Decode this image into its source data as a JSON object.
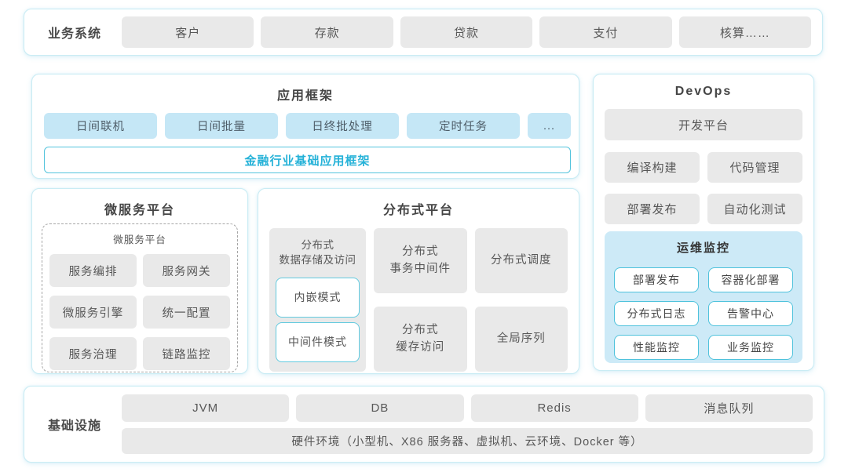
{
  "colors": {
    "panel_border": "#c9ecf4",
    "gray_box_bg": "#e9e9e9",
    "blue_box_bg": "#c5e7f6",
    "accent_cyan_border": "#54c4dd",
    "accent_cyan_text": "#25b2d8",
    "monitor_panel_bg": "#cdeaf7",
    "dark_text": "#4a4a4a"
  },
  "business_band": {
    "label": "业务系统",
    "items": [
      "客户",
      "存款",
      "贷款",
      "支付",
      "核算……"
    ]
  },
  "app_framework": {
    "title": "应用框架",
    "modules": [
      "日间联机",
      "日间批量",
      "日终批处理",
      "定时任务",
      "..."
    ],
    "base_bar": "金融行业基础应用框架"
  },
  "microservices": {
    "title": "微服务平台",
    "inner_title": "微服务平台",
    "items": [
      "服务编排",
      "服务网关",
      "微服务引擎",
      "统一配置",
      "服务治理",
      "链路监控"
    ]
  },
  "distributed": {
    "title": "分布式平台",
    "storage_title": "分布式\n数据存储及访问",
    "storage_modes": [
      "内嵌模式",
      "中间件模式"
    ],
    "grid": [
      "分布式\n事务中间件",
      "分布式调度",
      "分布式\n缓存访问",
      "全局序列"
    ]
  },
  "devops": {
    "title": "DevOps",
    "dev_platform": "开发平台",
    "tools": [
      "编译构建",
      "代码管理",
      "部署发布",
      "自动化测试"
    ],
    "monitor": {
      "title": "运维监控",
      "items": [
        "部署发布",
        "容器化部署",
        "分布式日志",
        "告警中心",
        "性能监控",
        "业务监控"
      ]
    }
  },
  "infrastructure": {
    "label": "基础设施",
    "items": [
      "JVM",
      "DB",
      "Redis",
      "消息队列"
    ],
    "hardware": "硬件环境（小型机、X86 服务器、虚拟机、云环境、Docker 等）"
  }
}
